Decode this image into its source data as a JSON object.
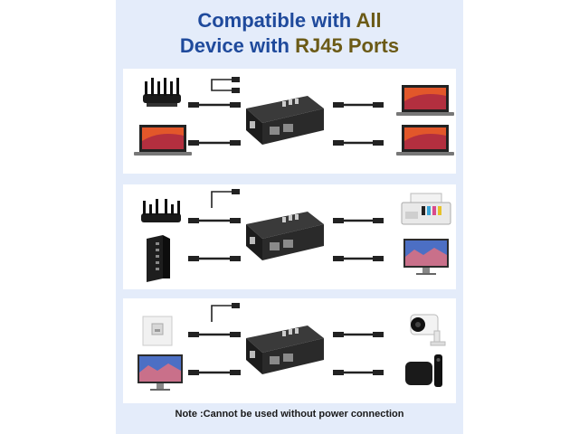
{
  "heading": {
    "line1_a": "Compatible",
    "line1_b": "with",
    "line1_c": "All",
    "line2_a": "Device",
    "line2_b": "with",
    "line2_c": "RJ45",
    "line2_d": "Ports"
  },
  "note": "Note :Cannot be used without power connection",
  "colors": {
    "blue": "#1f4a9c",
    "gold": "#6b5a16",
    "background": "#e4ecfa",
    "panel": "#ffffff"
  },
  "panels": [
    {
      "left_devices": [
        "router-icon",
        "laptop-icon"
      ],
      "right_devices": [
        "laptop-icon",
        "laptop-icon"
      ]
    },
    {
      "left_devices": [
        "router-icon",
        "network-switch-icon"
      ],
      "right_devices": [
        "printer-icon",
        "monitor-icon"
      ]
    },
    {
      "left_devices": [
        "wall-jack-icon",
        "monitor-icon"
      ],
      "right_devices": [
        "security-camera-icon",
        "tv-box-icon"
      ]
    }
  ]
}
